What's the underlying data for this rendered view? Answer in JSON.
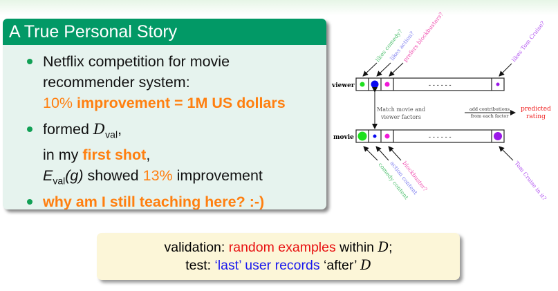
{
  "block": {
    "title": "A True Personal Story",
    "b1": {
      "line1": "Netflix competition for movie",
      "line2": "recommender system:",
      "pct": "10%",
      "rest": "improvement = 1M US dollars"
    },
    "b2": {
      "formed": "formed",
      "D": "D",
      "val": "val",
      "comma": ",",
      "in_my": "in my",
      "first_shot": "first shot",
      "comma2": ",",
      "E": "E",
      "g": "(g)",
      "showed": "showed",
      "pct": "13%",
      "improvement": "improvement"
    },
    "b3": "why am I still teaching here? :-)"
  },
  "diagram": {
    "viewer": "viewer",
    "movie": "movie",
    "dashes": "- - - - - -",
    "match1": "Match movie and",
    "match2": "viewer factors",
    "add1": "add contributions",
    "add2": "from each factor",
    "pred1": "predicted",
    "pred2": "rating",
    "top_labels": [
      "likes comedy?",
      "likes action?",
      "prefers blockbusters?",
      "likes Tom Cruise?"
    ],
    "bottom_labels": [
      "comedy content",
      "action content",
      "blockbuster?",
      "Tom Cruise in it?"
    ]
  },
  "note": {
    "l1a": "validation: ",
    "l1b": "random examples",
    "l1c": " within ",
    "l1d": "D",
    "l1e": ";",
    "l2a": "test: ",
    "l2b": "‘last’ user records",
    "l2c": " ‘after’ ",
    "l2d": "D"
  }
}
